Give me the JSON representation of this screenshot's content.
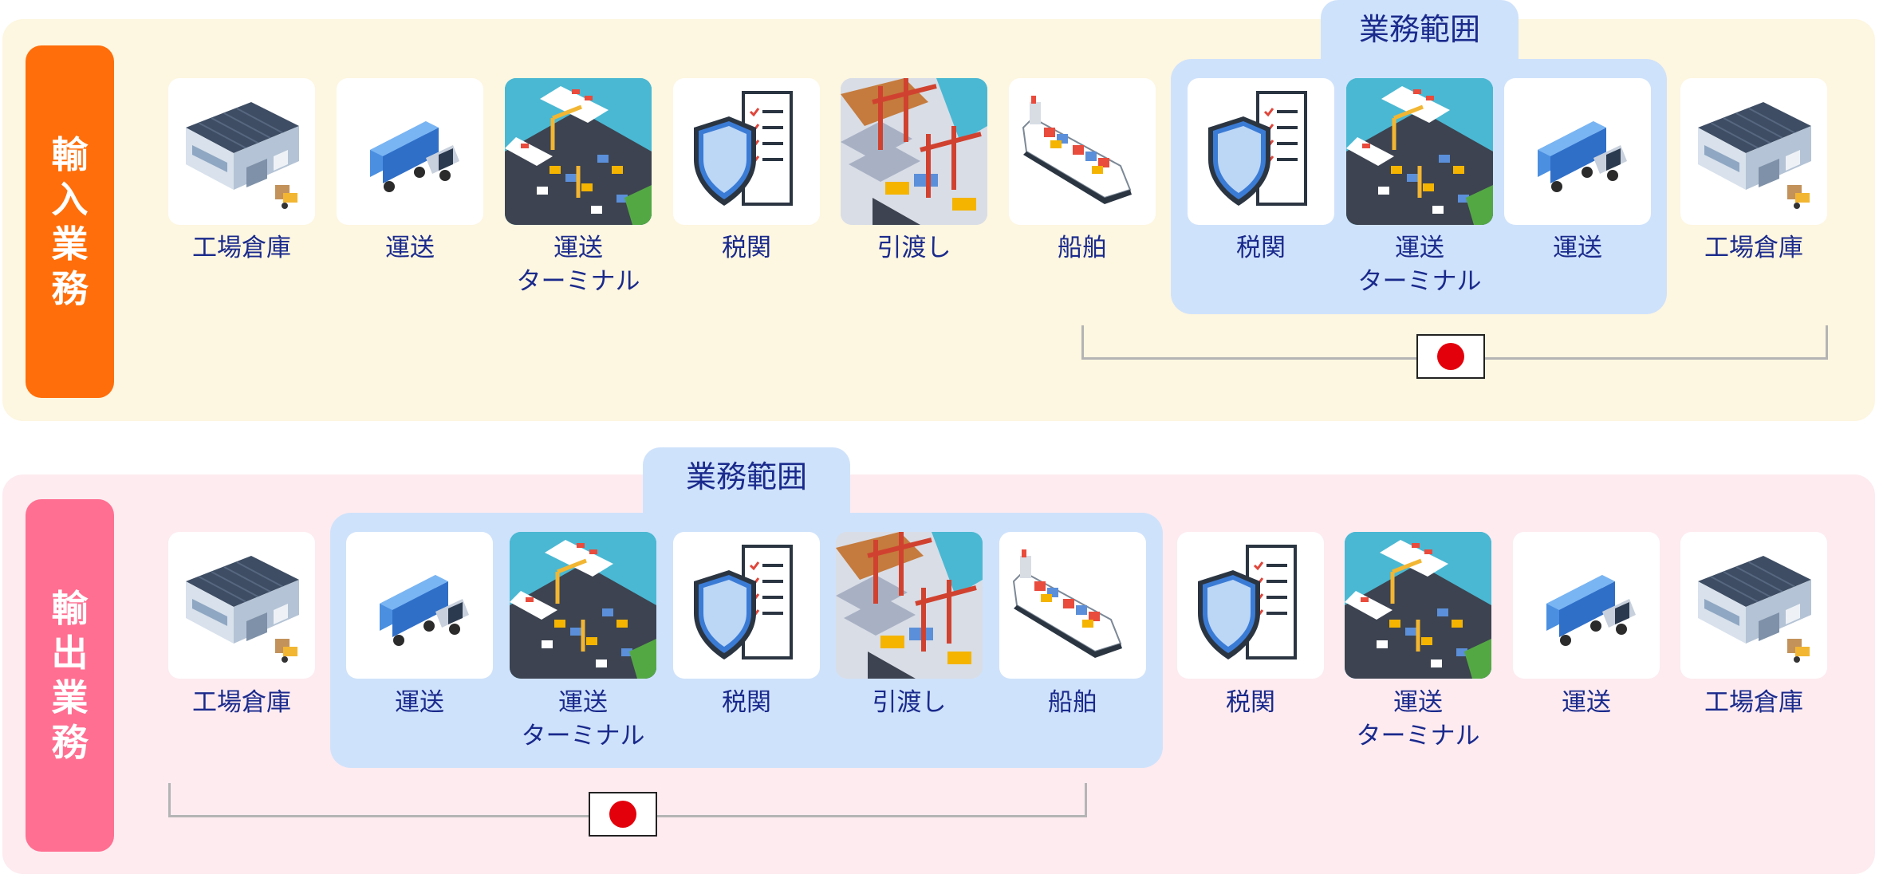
{
  "import_section": {
    "label": "輸入業務",
    "scope_label": "業務範囲",
    "steps": [
      {
        "label": "工場倉庫",
        "icon": "warehouse-icon"
      },
      {
        "label": "運送",
        "icon": "truck-icon"
      },
      {
        "label": "運送\nターミナル",
        "icon": "terminal-icon"
      },
      {
        "label": "税関",
        "icon": "customs-icon"
      },
      {
        "label": "引渡し",
        "icon": "port-handover-icon"
      },
      {
        "label": "船舶",
        "icon": "ship-icon"
      },
      {
        "label": "税関",
        "icon": "customs-icon"
      },
      {
        "label": "運送\nターミナル",
        "icon": "terminal-icon"
      },
      {
        "label": "運送",
        "icon": "truck-icon"
      },
      {
        "label": "工場倉庫",
        "icon": "warehouse-icon"
      }
    ],
    "domestic_flag": "japan-flag-icon"
  },
  "export_section": {
    "label": "輸出業務",
    "scope_label": "業務範囲",
    "steps": [
      {
        "label": "工場倉庫",
        "icon": "warehouse-icon"
      },
      {
        "label": "運送",
        "icon": "truck-icon"
      },
      {
        "label": "運送\nターミナル",
        "icon": "terminal-icon"
      },
      {
        "label": "税関",
        "icon": "customs-icon"
      },
      {
        "label": "引渡し",
        "icon": "port-handover-icon"
      },
      {
        "label": "船舶",
        "icon": "ship-icon"
      },
      {
        "label": "税関",
        "icon": "customs-icon"
      },
      {
        "label": "運送\nターミナル",
        "icon": "terminal-icon"
      },
      {
        "label": "運送",
        "icon": "truck-icon"
      },
      {
        "label": "工場倉庫",
        "icon": "warehouse-icon"
      }
    ],
    "domestic_flag": "japan-flag-icon"
  },
  "colors": {
    "import_bg": "#fdf6e0",
    "export_bg": "#fdebf0",
    "import_accent": "#ff6e0a",
    "export_accent": "#ff6f91",
    "scope_bg": "#cfe2fb",
    "text": "#1a2a8c",
    "flag_red": "#e3000b"
  }
}
